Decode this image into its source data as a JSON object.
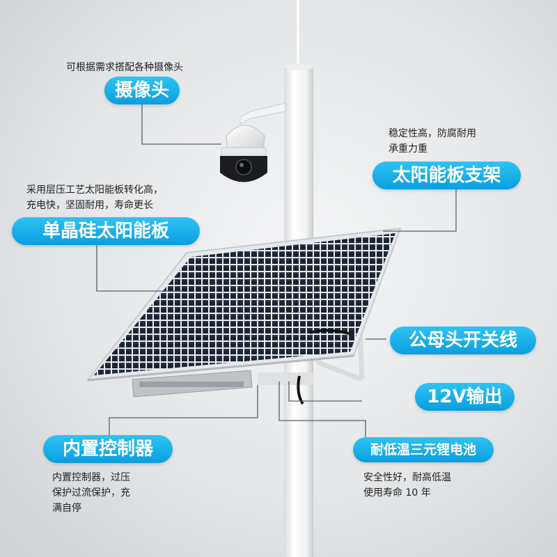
{
  "labels": {
    "camera": {
      "note": "可根据需求搭配各种摄像头",
      "title": "摄像头"
    },
    "bracket": {
      "note_line1": "稳定性高，防腐耐用",
      "note_line2": "承重力重",
      "title": "太阳能板支架"
    },
    "panel": {
      "note_line1": "采用层压工艺太阳能板转化高，",
      "note_line2": "充电快，坚固耐用，寿命更长",
      "title": "单晶硅太阳能板"
    },
    "cable": {
      "title": "公母头开关线"
    },
    "output": {
      "title": "12V输出"
    },
    "controller": {
      "title": "内置控制器",
      "note_line1": "内置控制器，过压",
      "note_line2": "保护过流保护，充",
      "note_line3": "满自停"
    },
    "battery": {
      "title": "耐低温三元锂电池",
      "note_line1": "安全性好，耐高低温",
      "note_line2": "使用寿命 10 年"
    }
  },
  "colors": {
    "accent": "#0ea5e4",
    "pole": "#f7f7f7",
    "panel_cell": "#1d2735",
    "panel_frame": "#dcdfe2"
  },
  "icons": [
    "camera-icon",
    "solar-panel-icon",
    "pole-icon"
  ]
}
